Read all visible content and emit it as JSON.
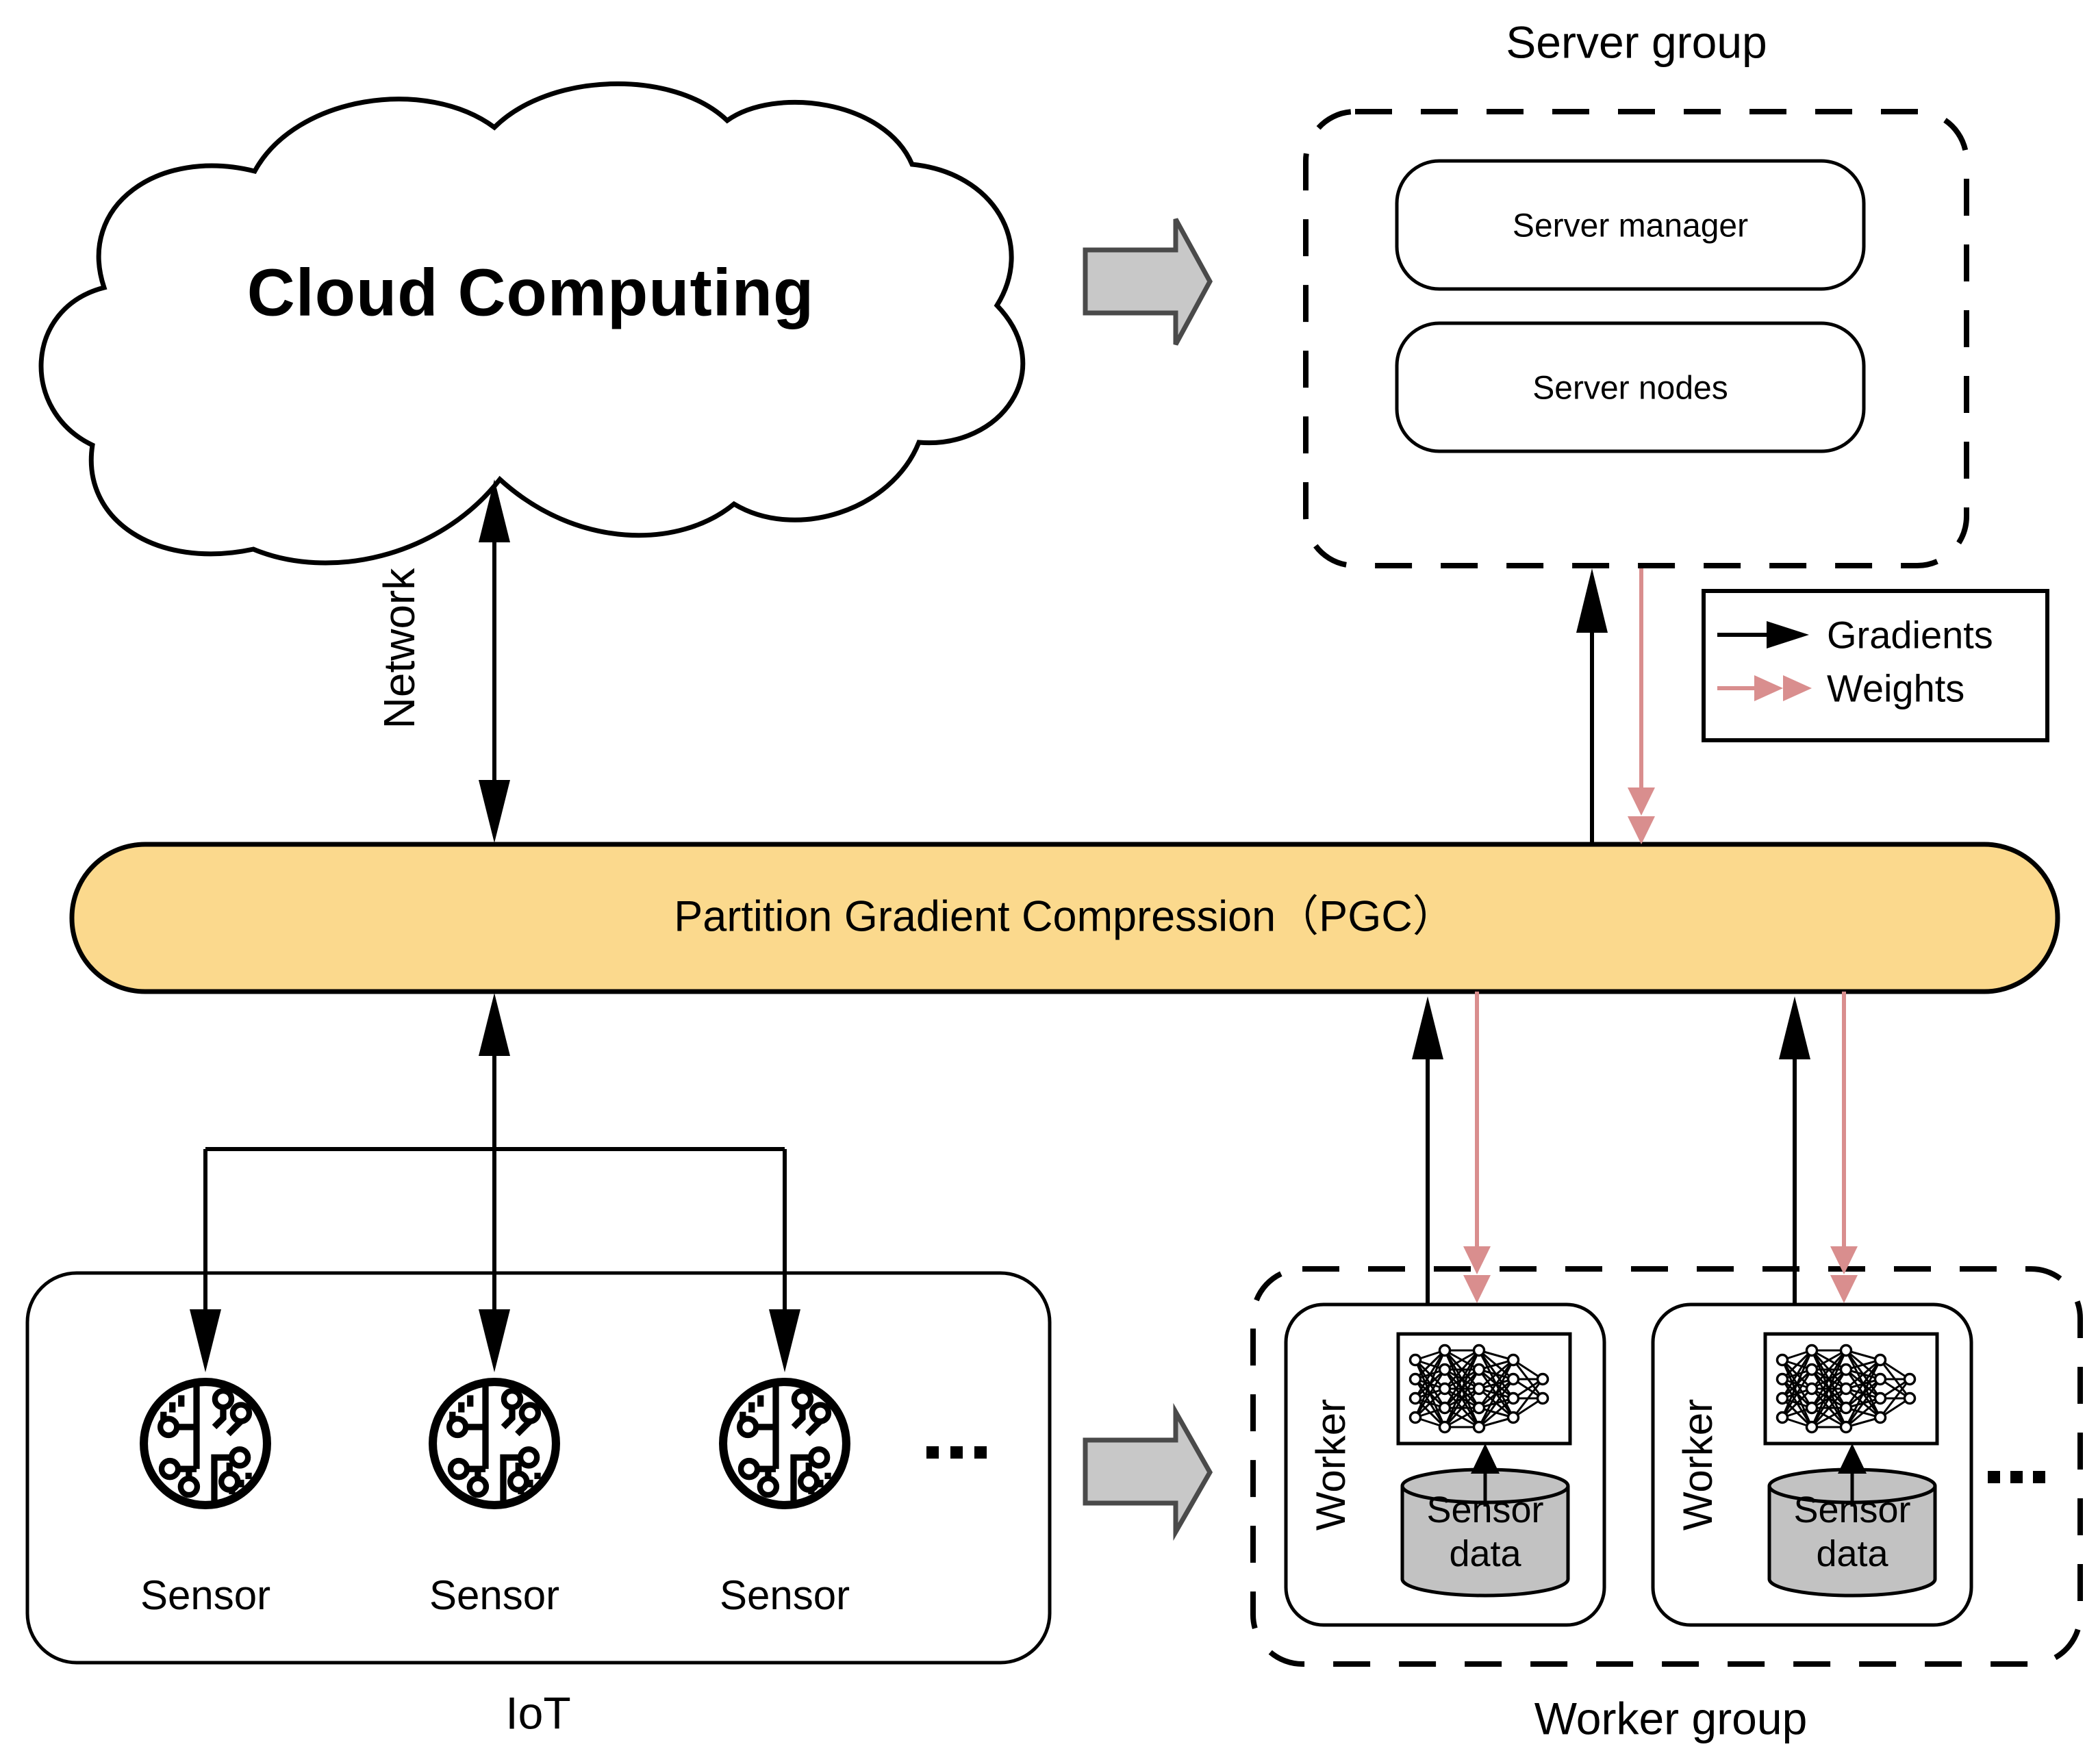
{
  "cloud": {
    "label": "Cloud Computing"
  },
  "network": {
    "label": "Network"
  },
  "server_group": {
    "title": "Server group",
    "manager_label": "Server manager",
    "nodes_label": "Server nodes"
  },
  "legend": {
    "items": [
      {
        "label": "Gradients",
        "color": "#000000",
        "arrow_style": "single-head"
      },
      {
        "label": "Weights",
        "color": "#D98E8E",
        "arrow_style": "double-head"
      }
    ]
  },
  "pgc": {
    "label": "Partition Gradient Compression（PGC）",
    "fill": "#FBD98D"
  },
  "iot": {
    "title": "IoT",
    "sensor_labels": [
      "Sensor",
      "Sensor",
      "Sensor"
    ],
    "ellipsis": "..."
  },
  "worker_group": {
    "title": "Worker group",
    "ellipsis": "...",
    "workers": [
      {
        "label": "Worker",
        "data_label": "Sensor data"
      },
      {
        "label": "Worker",
        "data_label": "Sensor data"
      }
    ]
  }
}
